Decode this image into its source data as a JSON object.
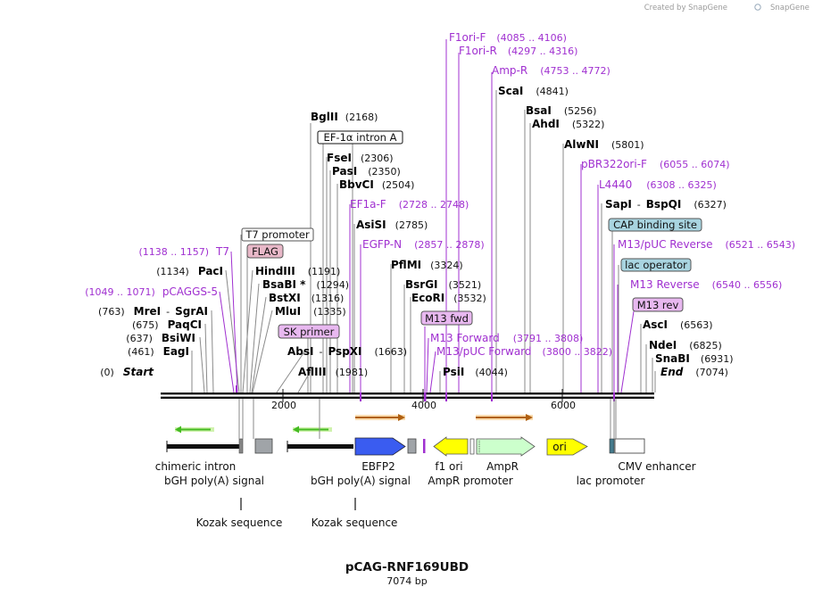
{
  "credit": "Created by SnapGene",
  "plasmid": {
    "name": "pCAG-RNF169UBD",
    "length": "7074 bp"
  },
  "ruler_ticks": [
    "2000",
    "4000",
    "6000"
  ],
  "sites": {
    "bglii": {
      "name": "BglII",
      "pos": "(2168)"
    },
    "fsei": {
      "name": "FseI",
      "pos": "(2306)"
    },
    "pasi": {
      "name": "PasI",
      "pos": "(2350)"
    },
    "bbvci": {
      "name": "BbvCI",
      "pos": "(2504)"
    },
    "asisi": {
      "name": "AsiSI",
      "pos": "(2785)"
    },
    "pflmi": {
      "name": "PflMI",
      "pos": "(3324)"
    },
    "bsrgi": {
      "name": "BsrGI",
      "pos": "(3521)"
    },
    "ecori": {
      "name": "EcoRI",
      "pos": "(3532)"
    },
    "psii": {
      "name": "PsiI",
      "pos": "(4044)"
    },
    "scai": {
      "name": "ScaI",
      "pos": "(4841)"
    },
    "bsai": {
      "name": "BsaI",
      "pos": "(5256)"
    },
    "ahdi": {
      "name": "AhdI",
      "pos": "(5322)"
    },
    "alwni": {
      "name": "AlwNI",
      "pos": "(5801)"
    },
    "sapi": {
      "name": "SapI",
      "sep": "-",
      "name2": "BspQI",
      "pos": "(6327)"
    },
    "asci": {
      "name": "AscI",
      "pos": "(6563)"
    },
    "ndei": {
      "name": "NdeI",
      "pos": "(6825)"
    },
    "snabi": {
      "name": "SnaBI",
      "pos": "(6931)"
    },
    "end": {
      "name": "End",
      "pos": "(7074)"
    },
    "paci": {
      "pos": "(1134)",
      "name": "PacI"
    },
    "hindiii": {
      "name": "HindIII",
      "pos": "(1191)"
    },
    "bsabi": {
      "name": "BsaBI *",
      "pos": "(1294)"
    },
    "bstxi": {
      "name": "BstXI",
      "pos": "(1316)"
    },
    "mlui": {
      "name": "MluI",
      "pos": "(1335)"
    },
    "absi": {
      "name": "AbsI",
      "sep": "-",
      "name2": "PspXI",
      "pos": "(1663)"
    },
    "afliii": {
      "name": "AflIII",
      "pos": "(1981)"
    },
    "meii": {
      "pos": "(763)",
      "name": "MreI",
      "sep": "-",
      "name2": "SgrAI"
    },
    "paqci": {
      "pos": "(675)",
      "name": "PaqCI"
    },
    "bsiwi": {
      "pos": "(637)",
      "name": "BsiWI"
    },
    "eagi": {
      "pos": "(461)",
      "name": "EagI"
    },
    "start": {
      "pos": "(0)",
      "name": "Start"
    }
  },
  "primers": {
    "f1ori_f": {
      "name": "F1ori-F",
      "pos": "(4085 .. 4106)"
    },
    "f1ori_r": {
      "name": "F1ori-R",
      "pos": "(4297 .. 4316)"
    },
    "amp_r": {
      "name": "Amp-R",
      "pos": "(4753 .. 4772)"
    },
    "ef1a_f": {
      "name": "EF1a-F",
      "pos": "(2728 .. 2748)"
    },
    "egfp_n": {
      "name": "EGFP-N",
      "pos": "(2857 .. 2878)"
    },
    "pbr322ori_f": {
      "name": "pBR322ori-F",
      "pos": "(6055 .. 6074)"
    },
    "l4440": {
      "name": "L4440",
      "pos": "(6308 .. 6325)"
    },
    "m13puc_rev": {
      "name": "M13/pUC Reverse",
      "pos": "(6521 .. 6543)"
    },
    "m13_reverse": {
      "name": "M13 Reverse",
      "pos": "(6540 .. 6556)"
    },
    "m13_forward": {
      "name": "M13 Forward",
      "pos": "(3791 .. 3808)"
    },
    "m13puc_fwd": {
      "name": "M13/pUC Forward",
      "pos": "(3800 .. 3822)"
    },
    "t7": {
      "pos": "(1138 .. 1157)",
      "name": "T7"
    },
    "pcaggs5": {
      "pos": "(1049 .. 1071)",
      "name": "pCAGGS-5"
    }
  },
  "boxed_labels": {
    "ef1a_intron": "EF-1α intron A",
    "t7_promoter": "T7 promoter",
    "flag": "FLAG",
    "sk_primer": "SK primer",
    "m13_fwd": "M13 fwd",
    "cap_site": "CAP binding site",
    "lac_operator": "lac operator",
    "m13_rev": "M13 rev"
  },
  "feature_labels": {
    "chimeric_intron": "chimeric intron",
    "bgh1": "bGH poly(A) signal",
    "kozak1": "Kozak sequence",
    "bgh2": "bGH poly(A) signal",
    "kozak2": "Kozak sequence",
    "ebfp2": "EBFP2",
    "f1_ori": "f1 ori",
    "ampr": "AmpR",
    "ampr_promoter": "AmpR promoter",
    "ori": "ori",
    "ori_label": "ori",
    "lac_promoter": "lac promoter",
    "cmv_enhancer": "CMV enhancer"
  },
  "colors": {
    "primer": "#a030d0",
    "site_line": "#888888",
    "ebfp2": "#3a5cf0",
    "ampr": "#ccffcc",
    "f1ori": "#ffff00",
    "ori": "#ffff00",
    "orf_arrow": "#e8a030",
    "green_arrow": "#44bb22",
    "capbox": "#a8d4e0",
    "pinkbox": "#e8b8c8",
    "purplebox": "#e8b8f0"
  }
}
